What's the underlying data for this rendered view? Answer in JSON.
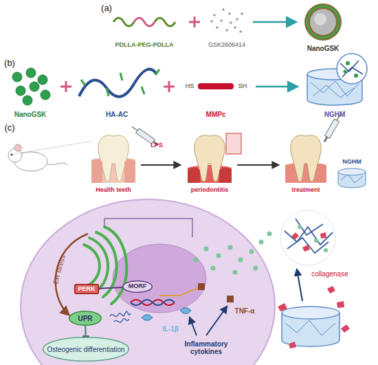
{
  "diagram": {
    "nodes": [
      {
        "text": [
          "PERK"
        ]
      },
      {
        "text": [
          "MORF"
        ]
      },
      {
        "text": [
          "UPR"
        ]
      },
      {
        "text": [
          "Osteogenic differentiation"
        ]
      }
    ],
    "edges": [
      {
        "from": 0,
        "to": 1,
        "arrow": "none"
      },
      {
        "from": 2,
        "to": 3,
        "arrow": "to"
      }
    ],
    "labels": [
      "(a)",
      "PDLLA-PEG-PDLLA",
      "GSK2606414",
      "NanoGSK",
      "(b)",
      "NanoGSK",
      "HA-AC",
      "HS",
      "SH",
      "MMPc",
      "NGHM",
      "(c)",
      "LPS",
      "Health teeth",
      "periodontitis",
      "treatment",
      "NGHM",
      "ER stress",
      "collagenase",
      "TNF-α",
      "IL-1β",
      "Inflammatory cytokines"
    ]
  }
}
